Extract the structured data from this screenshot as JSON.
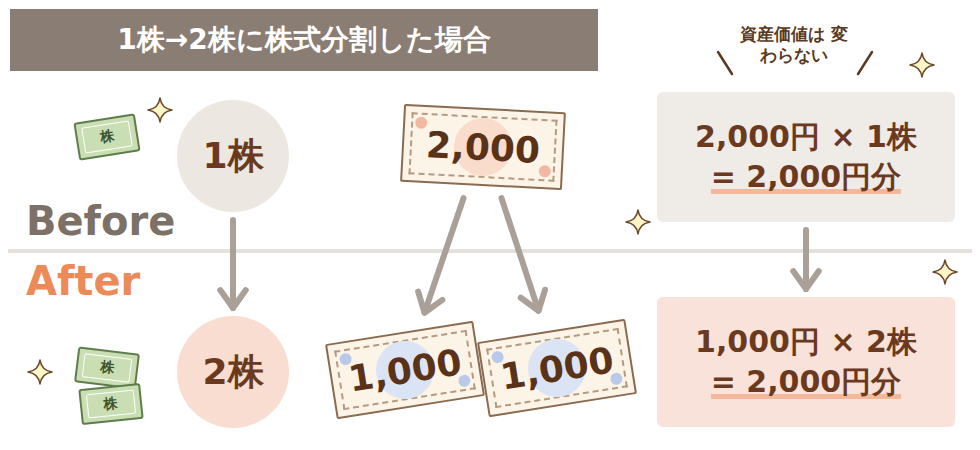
{
  "diagram": {
    "title": "1株→2株に株式分割した場合",
    "nodes": [
      {
        "text": [
          "株"
        ]
      },
      {
        "text": [
          "1株"
        ]
      },
      {
        "text": [
          "2,000"
        ]
      },
      {
        "text": [
          "2,000円 × 1株",
          "= 2,000円分"
        ]
      },
      {
        "text": [
          "株"
        ]
      },
      {
        "text": [
          "株"
        ]
      },
      {
        "text": [
          "2株"
        ]
      },
      {
        "text": [
          "1,000"
        ]
      },
      {
        "text": [
          "1,000"
        ]
      },
      {
        "text": [
          "1,000円 × 2株",
          "= 2,000円分"
        ]
      }
    ],
    "edges": [
      {
        "from": 1,
        "to": 6,
        "arrow": "to"
      },
      {
        "from": 2,
        "to": 7,
        "arrow": "to"
      },
      {
        "from": 2,
        "to": 8,
        "arrow": "to"
      },
      {
        "from": 3,
        "to": 9,
        "arrow": "to"
      }
    ],
    "labels": [
      "Before",
      "After",
      "資産価値は 変わらない"
    ]
  }
}
